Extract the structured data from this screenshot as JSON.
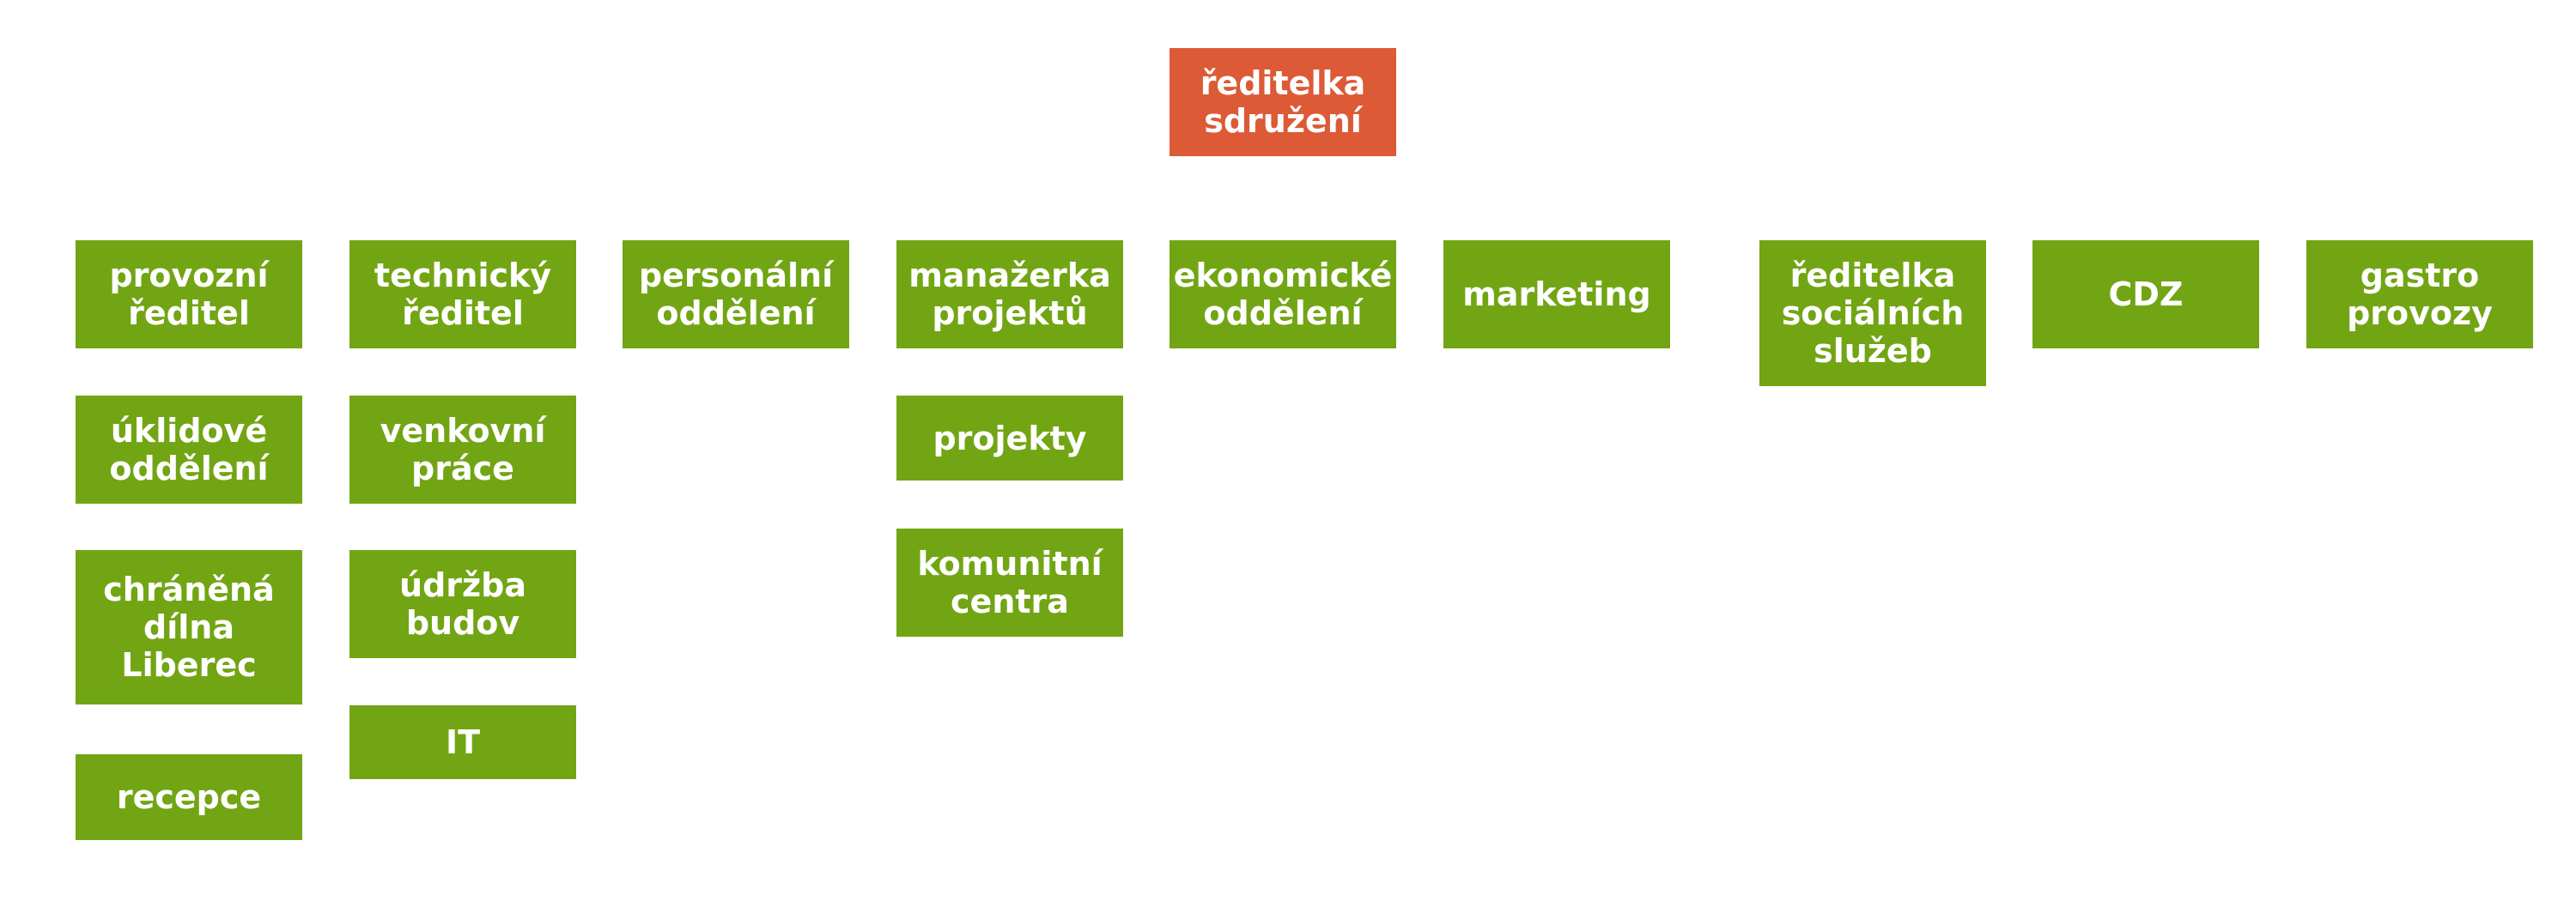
{
  "colors": {
    "root": "#dc5a35",
    "unit": "#72a514",
    "text": "#ffffff",
    "background": "#ffffff"
  },
  "root": {
    "label": "ředitelka\nsdružení"
  },
  "columns": [
    {
      "head": "provozní\nředitel",
      "children": [
        "úklidové\noddělení",
        "chráněná\ndílna\nLiberec",
        "recepce"
      ]
    },
    {
      "head": "technický\nředitel",
      "children": [
        "venkovní\npráce",
        "údržba\nbudov",
        "IT"
      ]
    },
    {
      "head": "personální\noddělení",
      "children": []
    },
    {
      "head": "manažerka\nprojektů",
      "children": [
        "projekty",
        "komunitní\ncentra"
      ]
    },
    {
      "head": "ekonomické\noddělení",
      "children": []
    },
    {
      "head": "marketing",
      "children": []
    },
    {
      "head": "ředitelka\nsociálních\nslužeb",
      "children": []
    },
    {
      "head": "CDZ",
      "children": []
    },
    {
      "head": "gastro\nprovozy",
      "children": []
    }
  ]
}
